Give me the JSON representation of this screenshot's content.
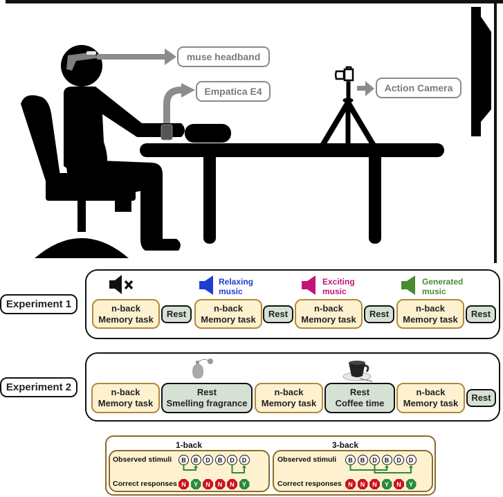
{
  "setup": {
    "devices": [
      {
        "id": "muse",
        "label": "muse headband"
      },
      {
        "id": "empatica",
        "label": "Empatica E4"
      },
      {
        "id": "camera",
        "label": "Action Camera"
      }
    ],
    "colors": {
      "arrow": "#8c8c8c",
      "silhouette": "#000000"
    }
  },
  "experiment1": {
    "label": "Experiment 1",
    "conditions": [
      {
        "icon": "speaker-muted-icon",
        "music": "",
        "color": "#111111",
        "task": [
          "n-back",
          "Memory task"
        ],
        "rest": "Rest"
      },
      {
        "icon": "speaker-icon",
        "music": [
          "Relaxing",
          "music"
        ],
        "color": "#1c3fd0",
        "task": [
          "n-back",
          "Memory task"
        ],
        "rest": "Rest"
      },
      {
        "icon": "speaker-icon",
        "music": [
          "Exciting",
          "music"
        ],
        "color": "#c0157a",
        "task": [
          "n-back",
          "Memory task"
        ],
        "rest": "Rest"
      },
      {
        "icon": "speaker-icon",
        "music": [
          "Generated",
          "music"
        ],
        "color": "#4a8a32",
        "task": [
          "n-back",
          "Memory task"
        ],
        "rest": "Rest"
      }
    ]
  },
  "experiment2": {
    "label": "Experiment 2",
    "steps": [
      {
        "type": "task",
        "lines": [
          "n-back",
          "Memory task"
        ]
      },
      {
        "type": "rest",
        "lines": [
          "Rest",
          "Smelling fragrance"
        ],
        "icon": "perfume-bottle-icon"
      },
      {
        "type": "task",
        "lines": [
          "n-back",
          "Memory task"
        ]
      },
      {
        "type": "rest",
        "lines": [
          "Rest",
          "Coffee time"
        ],
        "icon": "coffee-cup-icon"
      },
      {
        "type": "task",
        "lines": [
          "n-back",
          "Memory task"
        ]
      },
      {
        "type": "rest",
        "lines": [
          "Rest"
        ]
      }
    ]
  },
  "nback_examples": [
    {
      "title": "1-back",
      "stimuli_label": "Observed stimuli",
      "responses_label": "Correct responses",
      "stimuli": [
        "B",
        "B",
        "D",
        "B",
        "D",
        "D"
      ],
      "responses": [
        "N",
        "Y",
        "N",
        "N",
        "N",
        "Y"
      ],
      "links": [
        [
          0,
          1
        ],
        [
          4,
          5
        ]
      ]
    },
    {
      "title": "3-back",
      "stimuli_label": "Observed stimuli",
      "responses_label": "Correct responses",
      "stimuli": [
        "B",
        "B",
        "D",
        "B",
        "D",
        "D"
      ],
      "responses": [
        "N",
        "N",
        "N",
        "Y",
        "N",
        "Y"
      ],
      "links": [
        [
          0,
          3
        ],
        [
          2,
          5
        ]
      ]
    }
  ],
  "response_colors": {
    "Y": "#2a8a3a",
    "N": "#c8141e"
  }
}
